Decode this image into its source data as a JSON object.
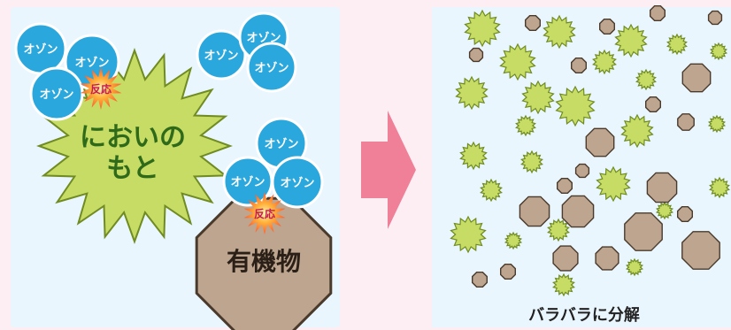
{
  "left": {
    "ozone": "オゾン",
    "reaction": "反応",
    "odor_line1": "においの",
    "odor_line2": "もと",
    "organic": "有機物"
  },
  "right": {
    "caption": "バラバラに分解"
  },
  "colors": {
    "background": "#fdeef3",
    "panel": "#eaf6fd",
    "ozone_fill": "#2aa7dd",
    "ozone_stroke": "#ffffff",
    "odor_fill": "#c6dc64",
    "odor_stroke": "#6f8b22",
    "odor_text": "#2f6a1a",
    "organic_fill": "#bda58f",
    "organic_stroke": "#4a3a2c",
    "reaction_text": "#c2185b",
    "arrow": "#f07f98"
  }
}
